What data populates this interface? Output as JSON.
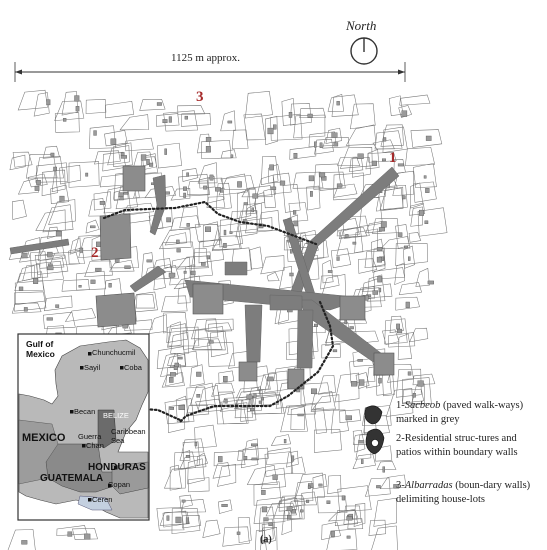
{
  "north": {
    "label": "North"
  },
  "scale": {
    "label": "1125 m approx."
  },
  "markers": [
    "1",
    "2",
    "3"
  ],
  "legend": [
    {
      "number": "1-",
      "term": "Sacbeob",
      "text": " (paved walk-ways) marked in grey"
    },
    {
      "number": "2-",
      "term": "",
      "text": "Residential struc-tures and patios within boundary walls"
    },
    {
      "number": "3-",
      "term": "Albarradas",
      "text": " (boun-dary walls) delimiting house-lots"
    }
  ],
  "inset": {
    "gulf": "Gulf of Mexico",
    "sites": [
      "Chunchucmil",
      "Sayil",
      "Coba",
      "Becan",
      "Guerra",
      "Chan",
      "Copan",
      "Ceren"
    ],
    "belize": "BELIZE",
    "caribbean": "Caribbean Sea",
    "mexico": "MEXICO",
    "honduras": "HONDURAS",
    "guatemala": "GUATEMALA"
  },
  "caption": "(a)",
  "colors": {
    "sacbe": "#7d7d7d",
    "structure": "#8c8c8c",
    "accent_number": "#a52a2a",
    "land": "#a9a9a9",
    "sea": "#ffffff"
  }
}
